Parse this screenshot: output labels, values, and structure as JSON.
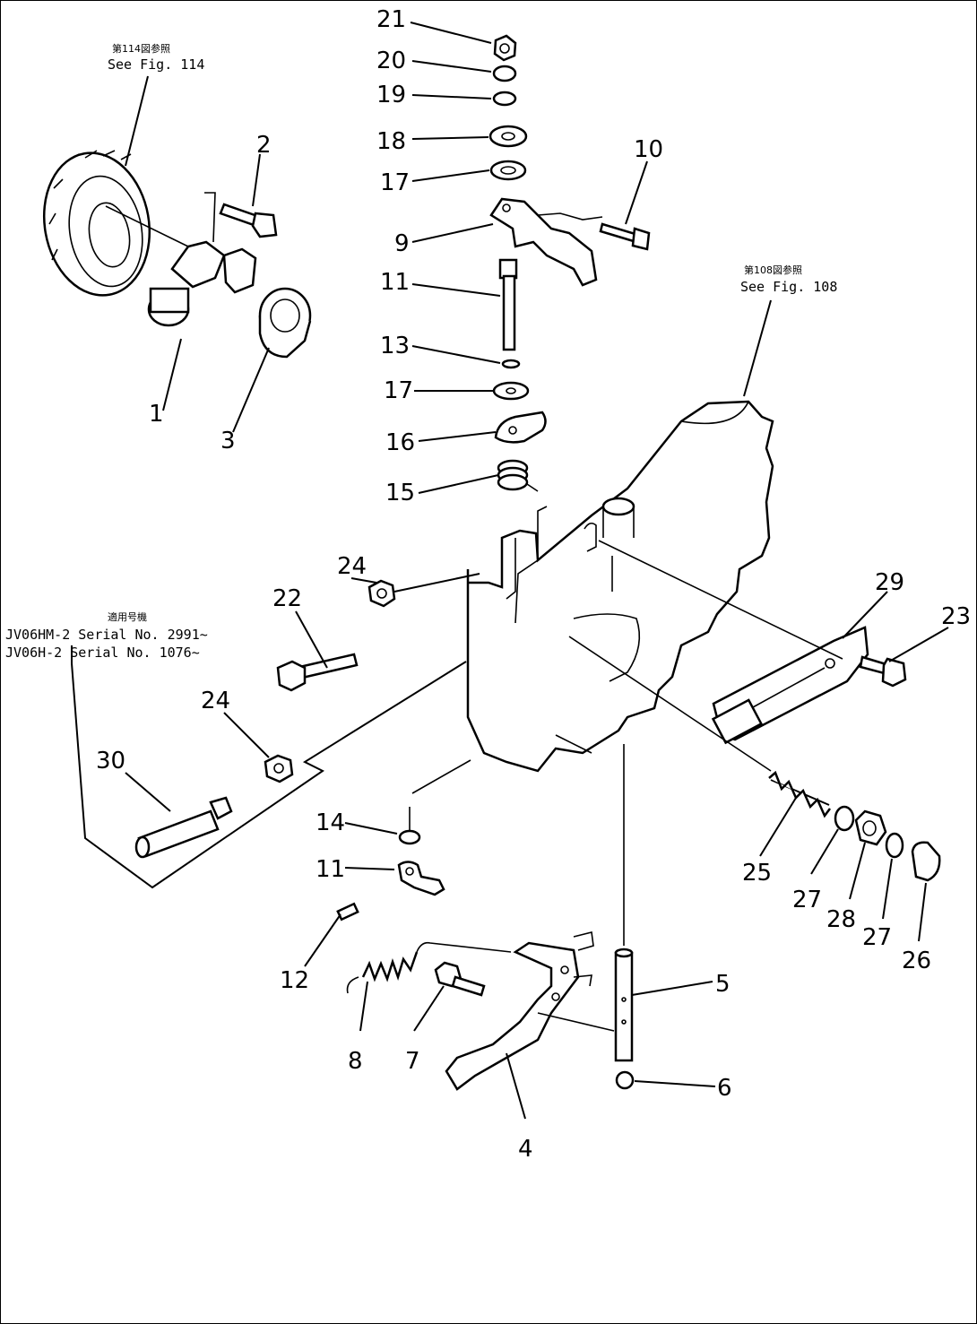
{
  "references": {
    "fig114": {
      "jp": "第114図参照",
      "en": "See Fig. 114"
    },
    "fig108": {
      "jp": "第108図参照",
      "en": "See Fig. 108"
    }
  },
  "serial_note": {
    "jp": "適用号機",
    "line1": "JV06HM-2  Serial No. 2991~",
    "line2": "JV06H-2   Serial No. 1076~"
  },
  "callouts": [
    "21",
    "20",
    "19",
    "18",
    "17",
    "10",
    "9",
    "11",
    "13",
    "17",
    "16",
    "15",
    "2",
    "1",
    "3",
    "22",
    "24",
    "24",
    "30",
    "14",
    "11",
    "12",
    "8",
    "7",
    "4",
    "5",
    "6",
    "29",
    "23",
    "25",
    "27",
    "28",
    "27",
    "26"
  ]
}
